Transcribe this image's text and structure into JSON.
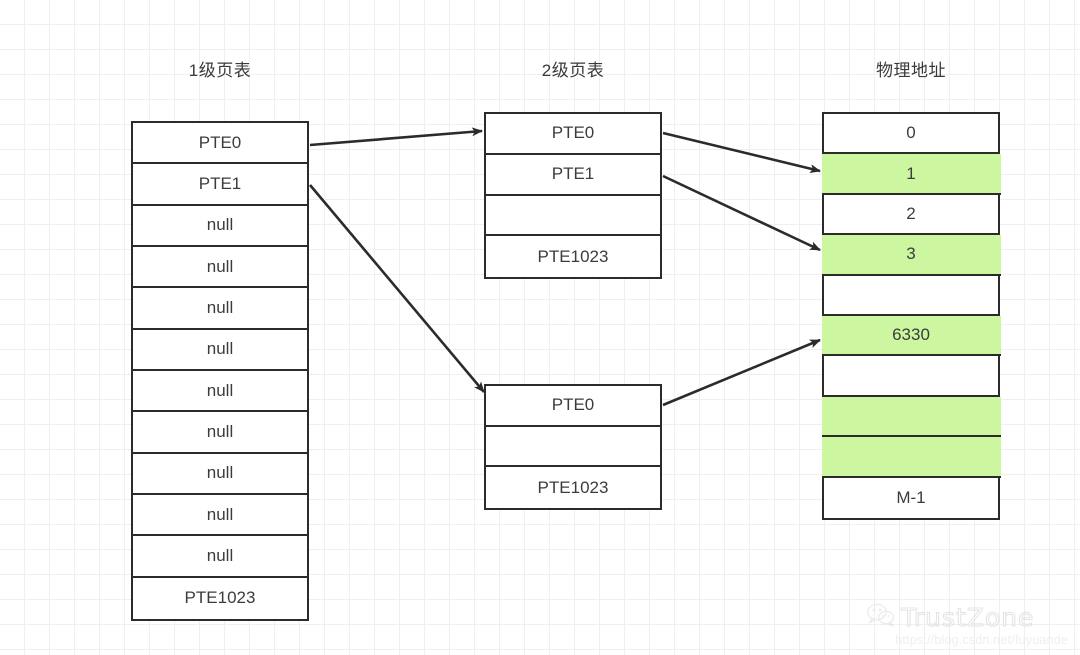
{
  "diagram": {
    "title_level1": "1级页表",
    "title_level2": "2级页表",
    "title_physical": "物理地址",
    "colors": {
      "stroke": "#2b2b2b",
      "highlight_green": "#ccf7a0",
      "grid": "#efefef",
      "background": "#ffffff",
      "text": "#3c3c3c"
    }
  },
  "level1_table": {
    "name": "1级页表",
    "rows": [
      {
        "label": "PTE0",
        "highlighted": false
      },
      {
        "label": "PTE1",
        "highlighted": false
      },
      {
        "label": "null",
        "highlighted": false
      },
      {
        "label": "null",
        "highlighted": false
      },
      {
        "label": "null",
        "highlighted": false
      },
      {
        "label": "null",
        "highlighted": false
      },
      {
        "label": "null",
        "highlighted": false
      },
      {
        "label": "null",
        "highlighted": false
      },
      {
        "label": "null",
        "highlighted": false
      },
      {
        "label": "null",
        "highlighted": false
      },
      {
        "label": "null",
        "highlighted": false
      },
      {
        "label": "PTE1023",
        "highlighted": false
      }
    ]
  },
  "level2_table_top": {
    "name": "2级页表 (上)",
    "rows": [
      {
        "label": "PTE0",
        "highlighted": false
      },
      {
        "label": "PTE1",
        "highlighted": false
      },
      {
        "label": "",
        "highlighted": false
      },
      {
        "label": "PTE1023",
        "highlighted": false
      }
    ]
  },
  "level2_table_bottom": {
    "name": "2级页表 (下)",
    "rows": [
      {
        "label": "PTE0",
        "highlighted": false
      },
      {
        "label": "",
        "highlighted": false
      },
      {
        "label": "PTE1023",
        "highlighted": false
      }
    ]
  },
  "physical_table": {
    "name": "物理地址",
    "rows": [
      {
        "label": "0",
        "highlighted": false
      },
      {
        "label": "1",
        "highlighted": true
      },
      {
        "label": "2",
        "highlighted": false
      },
      {
        "label": "3",
        "highlighted": true
      },
      {
        "label": "",
        "highlighted": false
      },
      {
        "label": "6330",
        "highlighted": true
      },
      {
        "label": "",
        "highlighted": false
      },
      {
        "label": "",
        "highlighted": true
      },
      {
        "label": "",
        "highlighted": true
      },
      {
        "label": "M-1",
        "highlighted": false
      }
    ]
  },
  "arrows": [
    {
      "name": "level1-pte0-to-level2-top",
      "from": "1级页表 PTE0",
      "to": "2级页表(上) PTE0"
    },
    {
      "name": "level1-pte1-to-level2-bottom",
      "from": "1级页表 PTE1",
      "to": "2级页表(下) PTE0"
    },
    {
      "name": "level2-top-pte0-to-physical-1",
      "from": "2级页表(上) PTE0",
      "to": "物理地址 1"
    },
    {
      "name": "level2-top-pte1-to-physical-3",
      "from": "2级页表(上) PTE1",
      "to": "物理地址 3"
    },
    {
      "name": "level2-bottom-pte0-to-physical-6330",
      "from": "2级页表(下) PTE0",
      "to": "物理地址 6330"
    }
  ],
  "watermark": {
    "brand": "TrustZone",
    "url": "https://blog.csdn.net/fuyuande"
  }
}
